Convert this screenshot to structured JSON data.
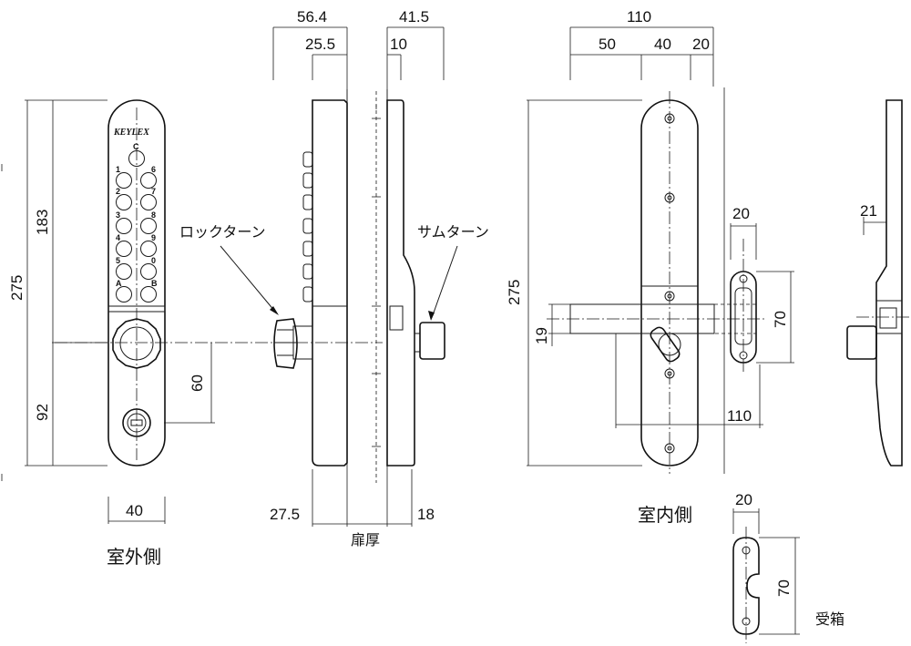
{
  "labels": {
    "outdoor_side": "室外側",
    "indoor_side": "室内側",
    "door_thickness": "扉厚",
    "lock_turn": "ロックターン",
    "thumb_turn": "サムターン",
    "strike_box": "受箱"
  },
  "logo": "KEYLEX",
  "keys": {
    "c": "C",
    "left": [
      "1",
      "2",
      "3",
      "4",
      "5",
      "A"
    ],
    "right": [
      "6",
      "7",
      "8",
      "9",
      "0",
      "B"
    ]
  },
  "dimensions": {
    "d_56_4": "56.4",
    "d_25_5": "25.5",
    "d_41_5": "41.5",
    "d_10": "10",
    "d_110_top": "110",
    "d_50": "50",
    "d_40_top": "40",
    "d_20_top": "20",
    "d_275_left": "275",
    "d_183": "183",
    "d_92": "92",
    "d_60": "60",
    "d_40_bottom": "40",
    "d_27_5": "27.5",
    "d_18": "18",
    "d_275_right": "275",
    "d_19": "19",
    "d_110_bottom": "110",
    "d_20_strike": "20",
    "d_70_strike": "70",
    "d_20_box": "20",
    "d_70_box": "70",
    "d_21": "21"
  }
}
